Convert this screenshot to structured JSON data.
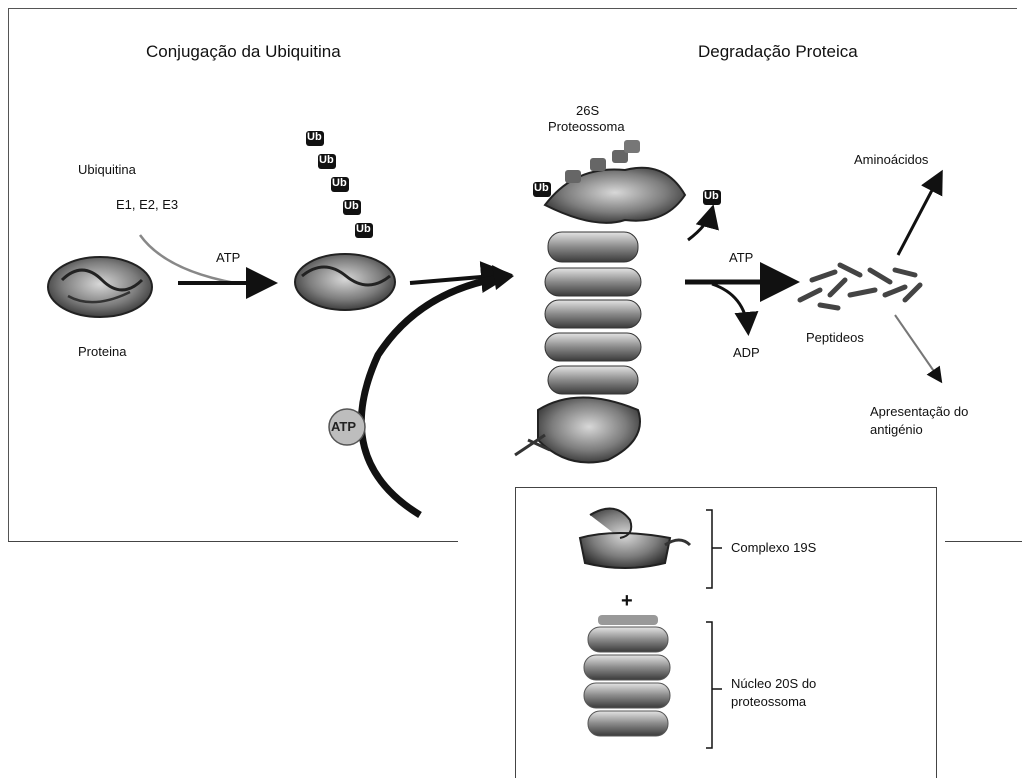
{
  "titles": {
    "left": "Conjugação da Ubiquitina",
    "right": "Degradação Proteica"
  },
  "labels": {
    "ubiquitina": "Ubiquitina",
    "enzymes": "E1, E2, E3",
    "atp_1": "ATP",
    "proteina": "Proteina",
    "proteasome_26s_line1": "26S",
    "proteasome_26s_line2": "Proteossoma",
    "ub_tag": "Ub",
    "atp_2": "ATP",
    "adp": "ADP",
    "peptideos": "Peptideos",
    "aminoacidos": "Aminoácidos",
    "apresentacao_line1": "Apresentação do",
    "apresentacao_line2": "antigénio",
    "atp_badge": "ATP",
    "complexo": "Complexo 19S",
    "plus": "+",
    "nucleo_line1": "Núcleo 20S do",
    "nucleo_line2": "proteossoma"
  },
  "colors": {
    "ub_box": "#1a1a1a",
    "arrow": "#111111",
    "gray_structure": "#7a7a7a"
  }
}
